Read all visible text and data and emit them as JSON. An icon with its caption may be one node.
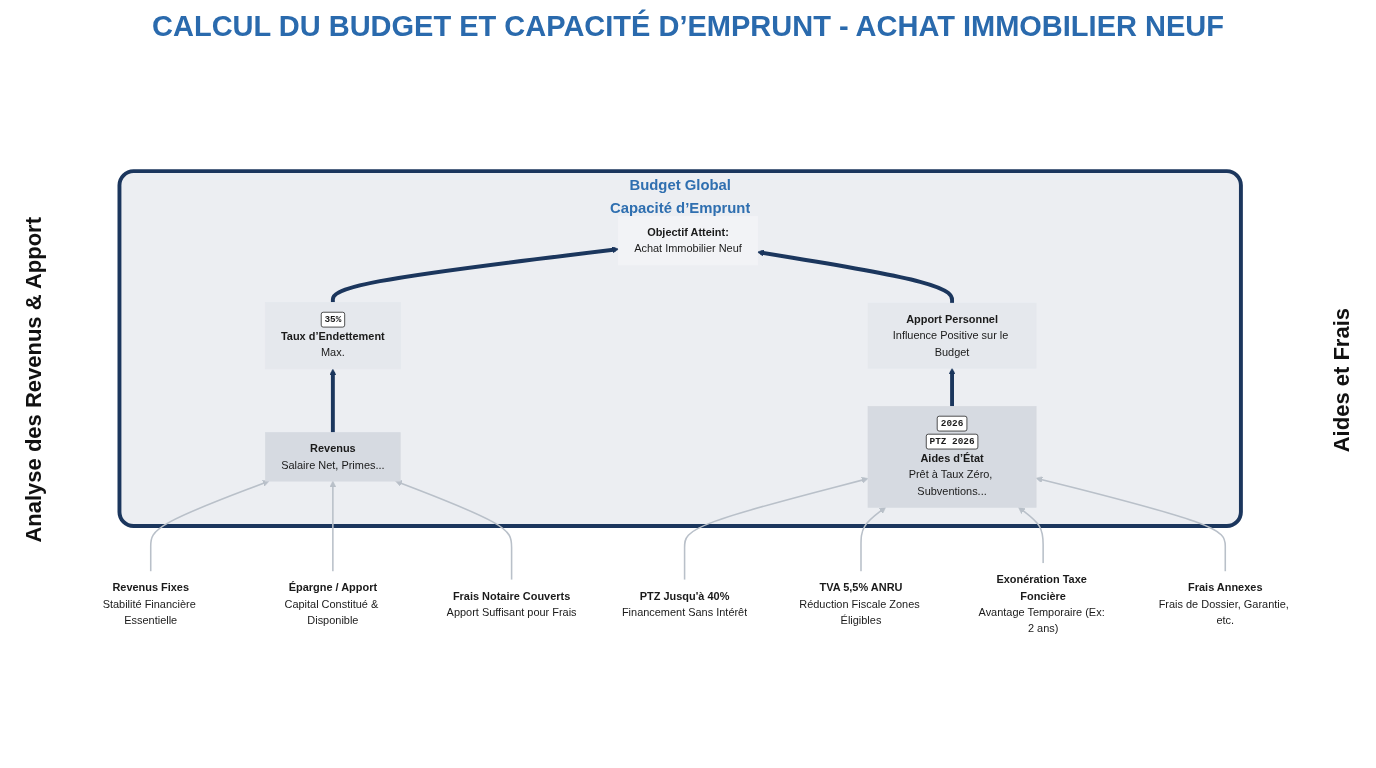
{
  "diagram": {
    "title": "CALCUL DU BUDGET ET CAPACITÉ D’EMPRUNT - ACHAT IMMOBILIER NEUF",
    "nodes": [
      {
        "text": [
          "Revenus Fixes",
          "Stabilité Financière Essentielle"
        ]
      },
      {
        "text": [
          "Épargne / Apport",
          "Capital Constitué & Disponible"
        ]
      },
      {
        "text": [
          "Frais Notaire Couverts",
          "Apport Suffisant pour Frais"
        ]
      },
      {
        "text": [
          "Budget Global",
          "Capacité d’Emprunt"
        ]
      },
      {
        "text": [
          "Objectif Atteint:",
          "Achat Immobilier Neuf"
        ],
        "in": 3
      },
      {
        "text": [
          "35%",
          "Taux d’Endettement",
          "Max."
        ],
        "in": 3
      },
      {
        "text": [
          "Apport Personnel",
          "Influence Positive sur le Budget"
        ],
        "in": 3
      },
      {
        "text": [
          "Revenus",
          "Salaire Net, Primes..."
        ],
        "in": 3
      },
      {
        "text": [
          "2026",
          "PTZ 2026",
          "Aides d’État",
          "Prêt à Taux Zéro, Subventions..."
        ],
        "in": 3
      },
      {
        "text": [
          "PTZ Jusqu'à 40%",
          "Financement Sans Intérêt"
        ]
      },
      {
        "text": [
          "TVA 5,5% ANRU",
          "Réduction Fiscale Zones Éligibles"
        ]
      },
      {
        "text": [
          "Exonération Taxe Foncière",
          "Avantage Temporaire (Ex: 2 ans)"
        ]
      },
      {
        "text": [
          "Frais Annexes",
          "Frais de Dossier, Garantie, etc."
        ]
      }
    ],
    "edges": [
      {
        "from": 0,
        "to": 7,
        "arrow": "to"
      },
      {
        "from": 1,
        "to": 7,
        "arrow": "to"
      },
      {
        "from": 2,
        "to": 7,
        "arrow": "to"
      },
      {
        "from": 9,
        "to": 8,
        "arrow": "to"
      },
      {
        "from": 10,
        "to": 8,
        "arrow": "to"
      },
      {
        "from": 11,
        "to": 8,
        "arrow": "to"
      },
      {
        "from": 12,
        "to": 8,
        "arrow": "to"
      },
      {
        "from": 7,
        "to": 5,
        "arrow": "to",
        "style": "thick",
        "color": "#1b365d"
      },
      {
        "from": 8,
        "to": 6,
        "arrow": "to",
        "style": "thick",
        "color": "#1b365d"
      },
      {
        "from": 5,
        "to": 4,
        "arrow": "to",
        "style": "thick",
        "color": "#1b365d"
      },
      {
        "from": 6,
        "to": 4,
        "arrow": "to",
        "style": "thick",
        "color": "#1b365d"
      }
    ],
    "labels": [
      "Analyse des Revenus & Apport",
      "Aides et Frais"
    ]
  }
}
